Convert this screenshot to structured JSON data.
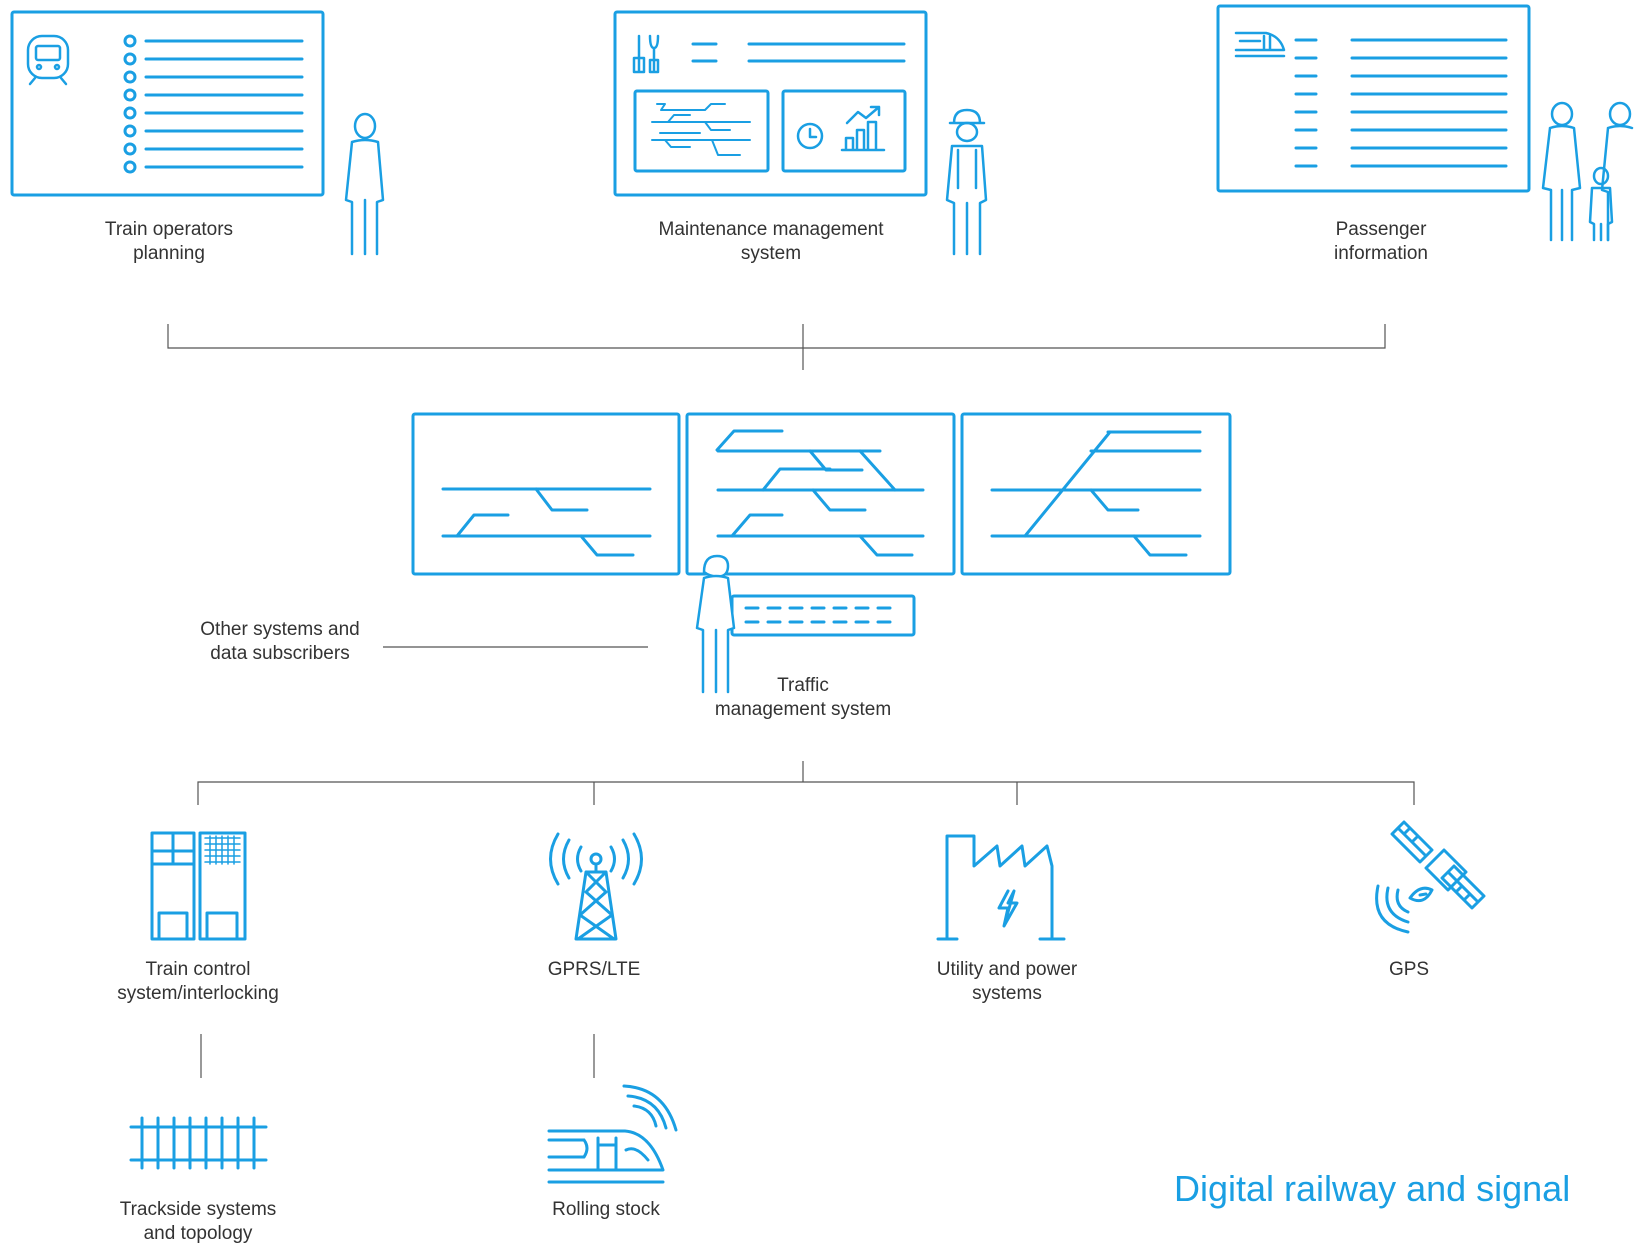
{
  "accent_color": "#1a9fe3",
  "line_color": "#555555",
  "labels": {
    "train_operators": "Train operators\nplanning",
    "maintenance": "Maintenance management\nsystem",
    "passenger_info": "Passenger\ninformation",
    "other_systems": "Other systems and\ndata subscribers",
    "traffic": "Traffic\nmanagement system",
    "train_control": "Train control\nsystem/interlocking",
    "gprs": "GPRS/LTE",
    "utility": "Utility and power\nsystems",
    "gps": "GPS",
    "trackside": "Trackside systems\nand topology",
    "rolling_stock": "Rolling stock"
  },
  "brand": "Digital railway and signal",
  "icons": [
    "train-front-icon",
    "list-icon",
    "tools-icon",
    "track-map-icon",
    "clock-icon",
    "chart-up-icon",
    "person-icon",
    "worker-icon",
    "family-icon",
    "train-side-icon",
    "building-icon",
    "radio-tower-icon",
    "factory-icon",
    "satellite-icon",
    "rail-track-icon",
    "train-signal-icon"
  ]
}
